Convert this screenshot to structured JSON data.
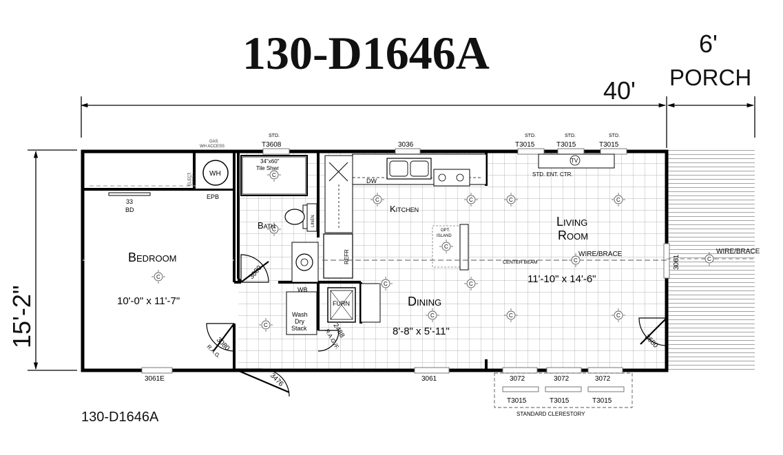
{
  "title": "130-D1646A",
  "dimensions": {
    "length": "40'",
    "porch_depth": "6'",
    "porch_label": "PORCH",
    "width": "15'-2\""
  },
  "rooms": {
    "bedroom": {
      "name": "Bedroom",
      "size": "10'-0\" x 11'-7\""
    },
    "bath": {
      "name": "Bath"
    },
    "kitchen": {
      "name": "Kitchen"
    },
    "dining": {
      "name": "Dining",
      "size": "8'-8\" x 5'-11\""
    },
    "living": {
      "name_line1": "Living",
      "name_line2": "Room",
      "size": "11'-10\" x 14'-6\""
    }
  },
  "fixtures": {
    "wh": "WH",
    "gas_wh_access_line1": "GAS",
    "gas_wh_access_line2": "WH ACCESS",
    "elec": "ELECT.",
    "panel": "PANEL",
    "epb": "EPB",
    "bd_line1": "33",
    "bd_line2": "BD",
    "tile_shower_line1": "34\"x60\"",
    "tile_shower_line2": "Tile Shwr",
    "linen": "LINEN",
    "refr": "REFR",
    "dw": "DW",
    "wb": "WB",
    "wash_line1": "Wash",
    "wash_line2": "Dry",
    "wash_line3": "Stack",
    "furn": "FURN",
    "opt_island_line1": "OPT.",
    "opt_island_line2": "ISLAND",
    "tv": "TV",
    "ent_ctr": "STD. ENT. CTR.",
    "wire_brace": "WIRE/BRACE",
    "wire_brace_porch": "WIRE/BRACE",
    "center_beam": "CENTER BEAM",
    "ceiling_light": "C"
  },
  "windows": {
    "std": "STD.",
    "t3608": "T3608",
    "w3036": "3036",
    "t3015": "T3015",
    "w3061": "3061",
    "w3061e": "3061E",
    "w3072": "3072",
    "clerestory": "STANDARD CLERESTORY"
  },
  "doors": {
    "d3080": "3080",
    "d3476": "3476",
    "d3680": "3680",
    "d2488": "2488",
    "rag": "R.A.G.",
    "ragf": "R.A.G./F."
  },
  "footer_label": "130-D1646A"
}
